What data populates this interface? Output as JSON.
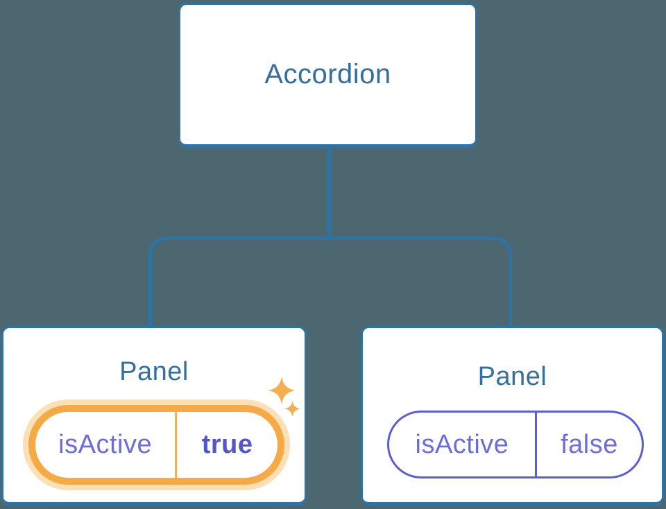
{
  "diagram": {
    "root": {
      "label": "Accordion"
    },
    "panels": [
      {
        "title": "Panel",
        "state_key": "isActive",
        "state_value": "true",
        "active": true,
        "has_sparkles": true
      },
      {
        "title": "Panel",
        "state_key": "isActive",
        "state_value": "false",
        "active": false,
        "has_sparkles": false
      }
    ]
  },
  "colors": {
    "background": "#4C6770",
    "node_fill": "#FFFFFF",
    "node_border": "#2E73A5",
    "node_title_text": "#35709D",
    "connector": "#2C74A4",
    "state_key_text": "#6C6CDB",
    "state_value_active_text": "#5454CC",
    "active_pill_border": "#F5A947",
    "active_pill_glow": "#FAE0B4",
    "active_pill_divider": "#F2B05E",
    "inactive_pill_border": "#5C5CD6",
    "sparkle": "#F5AF52"
  }
}
